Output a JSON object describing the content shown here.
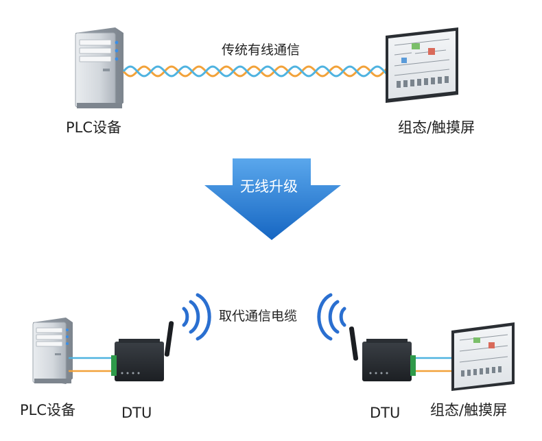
{
  "top": {
    "left_device_label": "PLC设备",
    "right_device_label": "组态/触摸屏",
    "cable_label": "传统有线通信"
  },
  "arrow": {
    "label": "无线升级"
  },
  "bottom": {
    "left_device_label": "PLC设备",
    "left_dtu_label": "DTU",
    "wireless_label": "取代通信电缆",
    "right_dtu_label": "DTU",
    "right_device_label": "组态/触摸屏"
  },
  "colors": {
    "cable_blue": "#4fb3e0",
    "cable_orange": "#f2a23a",
    "arrow_blue": "#1f73c8",
    "wave_blue": "#2a6fd0"
  }
}
